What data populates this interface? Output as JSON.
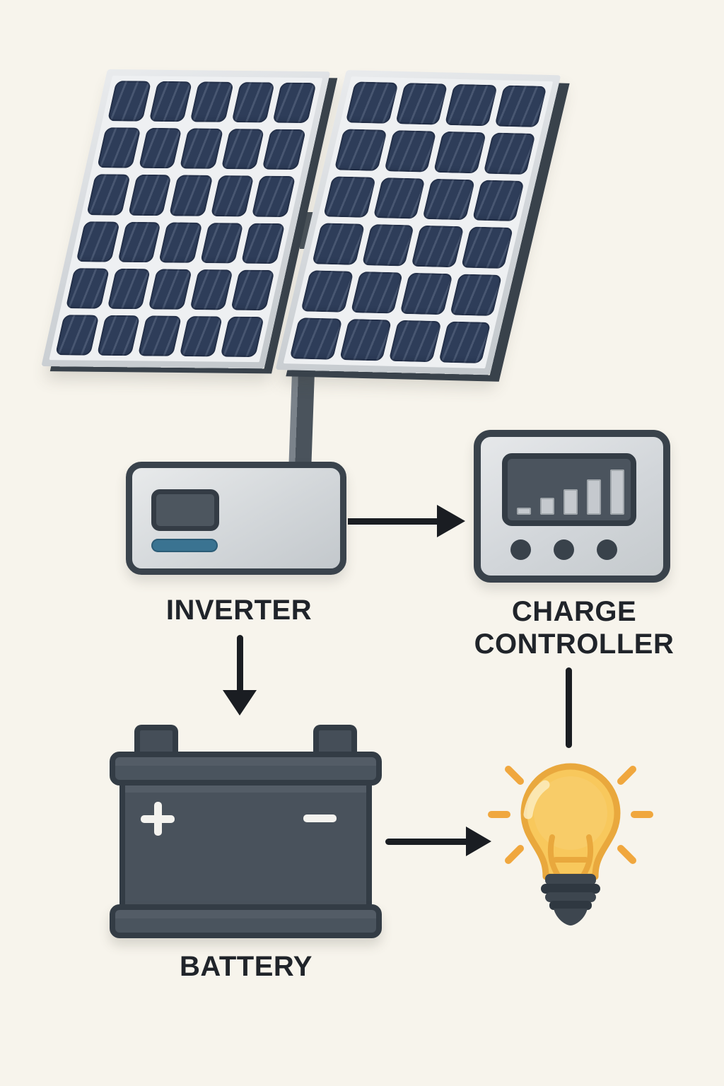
{
  "background_color": "#f7f4ec",
  "diagram": {
    "solar_array": {
      "description": "two tilted photovoltaic panels on a mounting pole",
      "panels": [
        {
          "cols": 5,
          "rows": 6
        },
        {
          "cols": 4,
          "rows": 6
        }
      ]
    },
    "inverter": {
      "label": "INVERTER"
    },
    "charge_controller": {
      "label": "CHARGE\nCONTROLLER",
      "display_bars": [
        10,
        24,
        36,
        50,
        64
      ],
      "button_count": 3
    },
    "battery": {
      "label": "BATTERY",
      "positive_symbol": "+",
      "negative_symbol": "−"
    },
    "light_bulb": {
      "description": "glowing light bulb with rays"
    },
    "connections": [
      {
        "from": "solar-panels",
        "to": "inverter",
        "type": "pipe"
      },
      {
        "from": "inverter",
        "to": "charge-controller",
        "type": "arrow"
      },
      {
        "from": "inverter",
        "to": "battery",
        "type": "arrow"
      },
      {
        "from": "battery",
        "to": "light-bulb",
        "type": "arrow"
      },
      {
        "from": "charge-controller",
        "to": "light-bulb",
        "type": "line"
      }
    ],
    "colors": {
      "cell_navy": "#2e3d59",
      "frame_gray": "#d2d6da",
      "dark_edge": "#39424b",
      "screen_dark": "#4b545e",
      "accent_blue": "#3a7391",
      "arrow_black": "#1a1d22",
      "bulb_yellow": "#f8c85c",
      "bulb_outline": "#e9a83d",
      "ray_orange": "#f0a73e",
      "label_color": "#20242a"
    }
  }
}
